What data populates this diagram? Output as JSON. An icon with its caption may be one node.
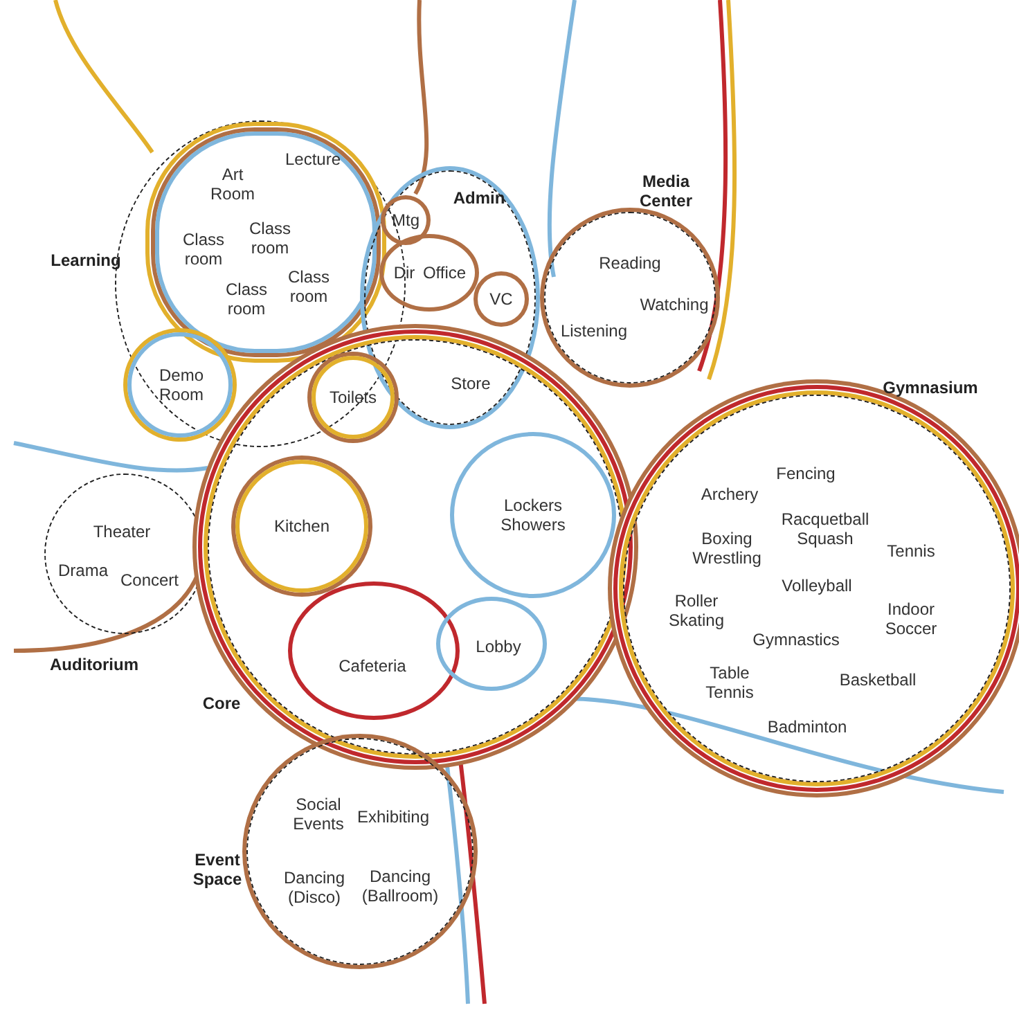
{
  "diagram": {
    "nodes": [
      {
        "text": [
          "Learning"
        ]
      },
      {
        "text": [
          "Art Room",
          "Lecture",
          "Class room",
          "Class room",
          "Class room",
          "Class room"
        ],
        "in": 0
      },
      {
        "text": [
          "Demo Room"
        ],
        "in": 0
      },
      {
        "text": [
          "Admin",
          "Store"
        ]
      },
      {
        "text": [
          "Mtg"
        ],
        "in": 3
      },
      {
        "text": [
          "Dir",
          "Office"
        ],
        "in": 3
      },
      {
        "text": [
          "VC"
        ],
        "in": 3
      },
      {
        "text": [
          "Media Center",
          "Reading",
          "Watching",
          "Listening"
        ]
      },
      {
        "text": [
          "Theater",
          "Drama",
          "Concert",
          "Auditorium"
        ]
      },
      {
        "text": [
          "Core"
        ]
      },
      {
        "text": [
          "Toilets"
        ]
      },
      {
        "text": [
          "Kitchen"
        ],
        "in": 9
      },
      {
        "text": [
          "Lockers Showers"
        ],
        "in": 9
      },
      {
        "text": [
          "Cafeteria"
        ],
        "in": 9
      },
      {
        "text": [
          "Lobby"
        ],
        "in": 9
      },
      {
        "text": [
          "Gymnasium",
          "Archery",
          "Fencing",
          "Boxing Wrestling",
          "Racquetball Squash",
          "Tennis",
          "Volleyball",
          "Roller Skating",
          "Indoor Soccer",
          "Gymnastics",
          "Table Tennis",
          "Basketball",
          "Badminton"
        ]
      },
      {
        "text": [
          "Social Events",
          "Exhibiting",
          "Event Space",
          "Dancing (Disco)",
          "Dancing (Ballroom)"
        ]
      }
    ],
    "edges": []
  }
}
